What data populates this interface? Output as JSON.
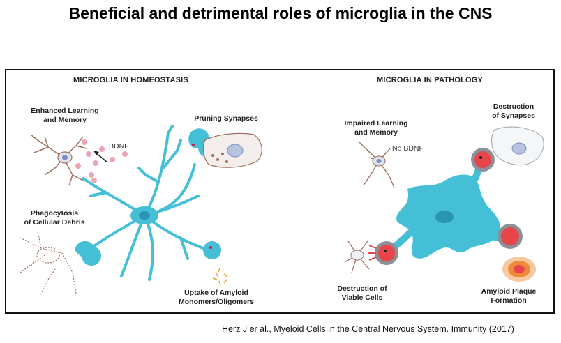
{
  "title": "Beneficial and detrimental roles of microglia in the CNS",
  "homeostasis": {
    "heading": "MICROGLIA IN HOMEOSTASIS",
    "learning_line1": "Enhanced Learning",
    "learning_line2": "and Memory",
    "bdnf": "BDNF",
    "pruning": "Pruning Synapses",
    "phago_line1": "Phagocytosis",
    "phago_line2": "of Cellular Debris",
    "uptake_line1": "Uptake of Amyloid",
    "uptake_line2": "Monomers/Oligomers"
  },
  "pathology": {
    "heading": "MICROGLIA IN PATHOLOGY",
    "impaired_line1": "Impaired Learning",
    "impaired_line2": "and Memory",
    "no_bdnf": "No BDNF",
    "destruction_syn_line1": "Destruction",
    "destruction_syn_line2": "of Synapses",
    "destruction_cells_line1": "Destruction of",
    "destruction_cells_line2": "Viable Cells",
    "plaque_line1": "Amyloid Plaque",
    "plaque_line2": "Formation"
  },
  "citation": "Herz J er al., Myeloid Cells in the Central Nervous System. Immunity (2017)",
  "colors": {
    "microglia": "#45bfd6",
    "microglia_dark": "#2a95b0",
    "neuron_outline": "#a07060",
    "bdnf_dot": "#e9a6b4",
    "attack_red": "#e8454a"
  }
}
